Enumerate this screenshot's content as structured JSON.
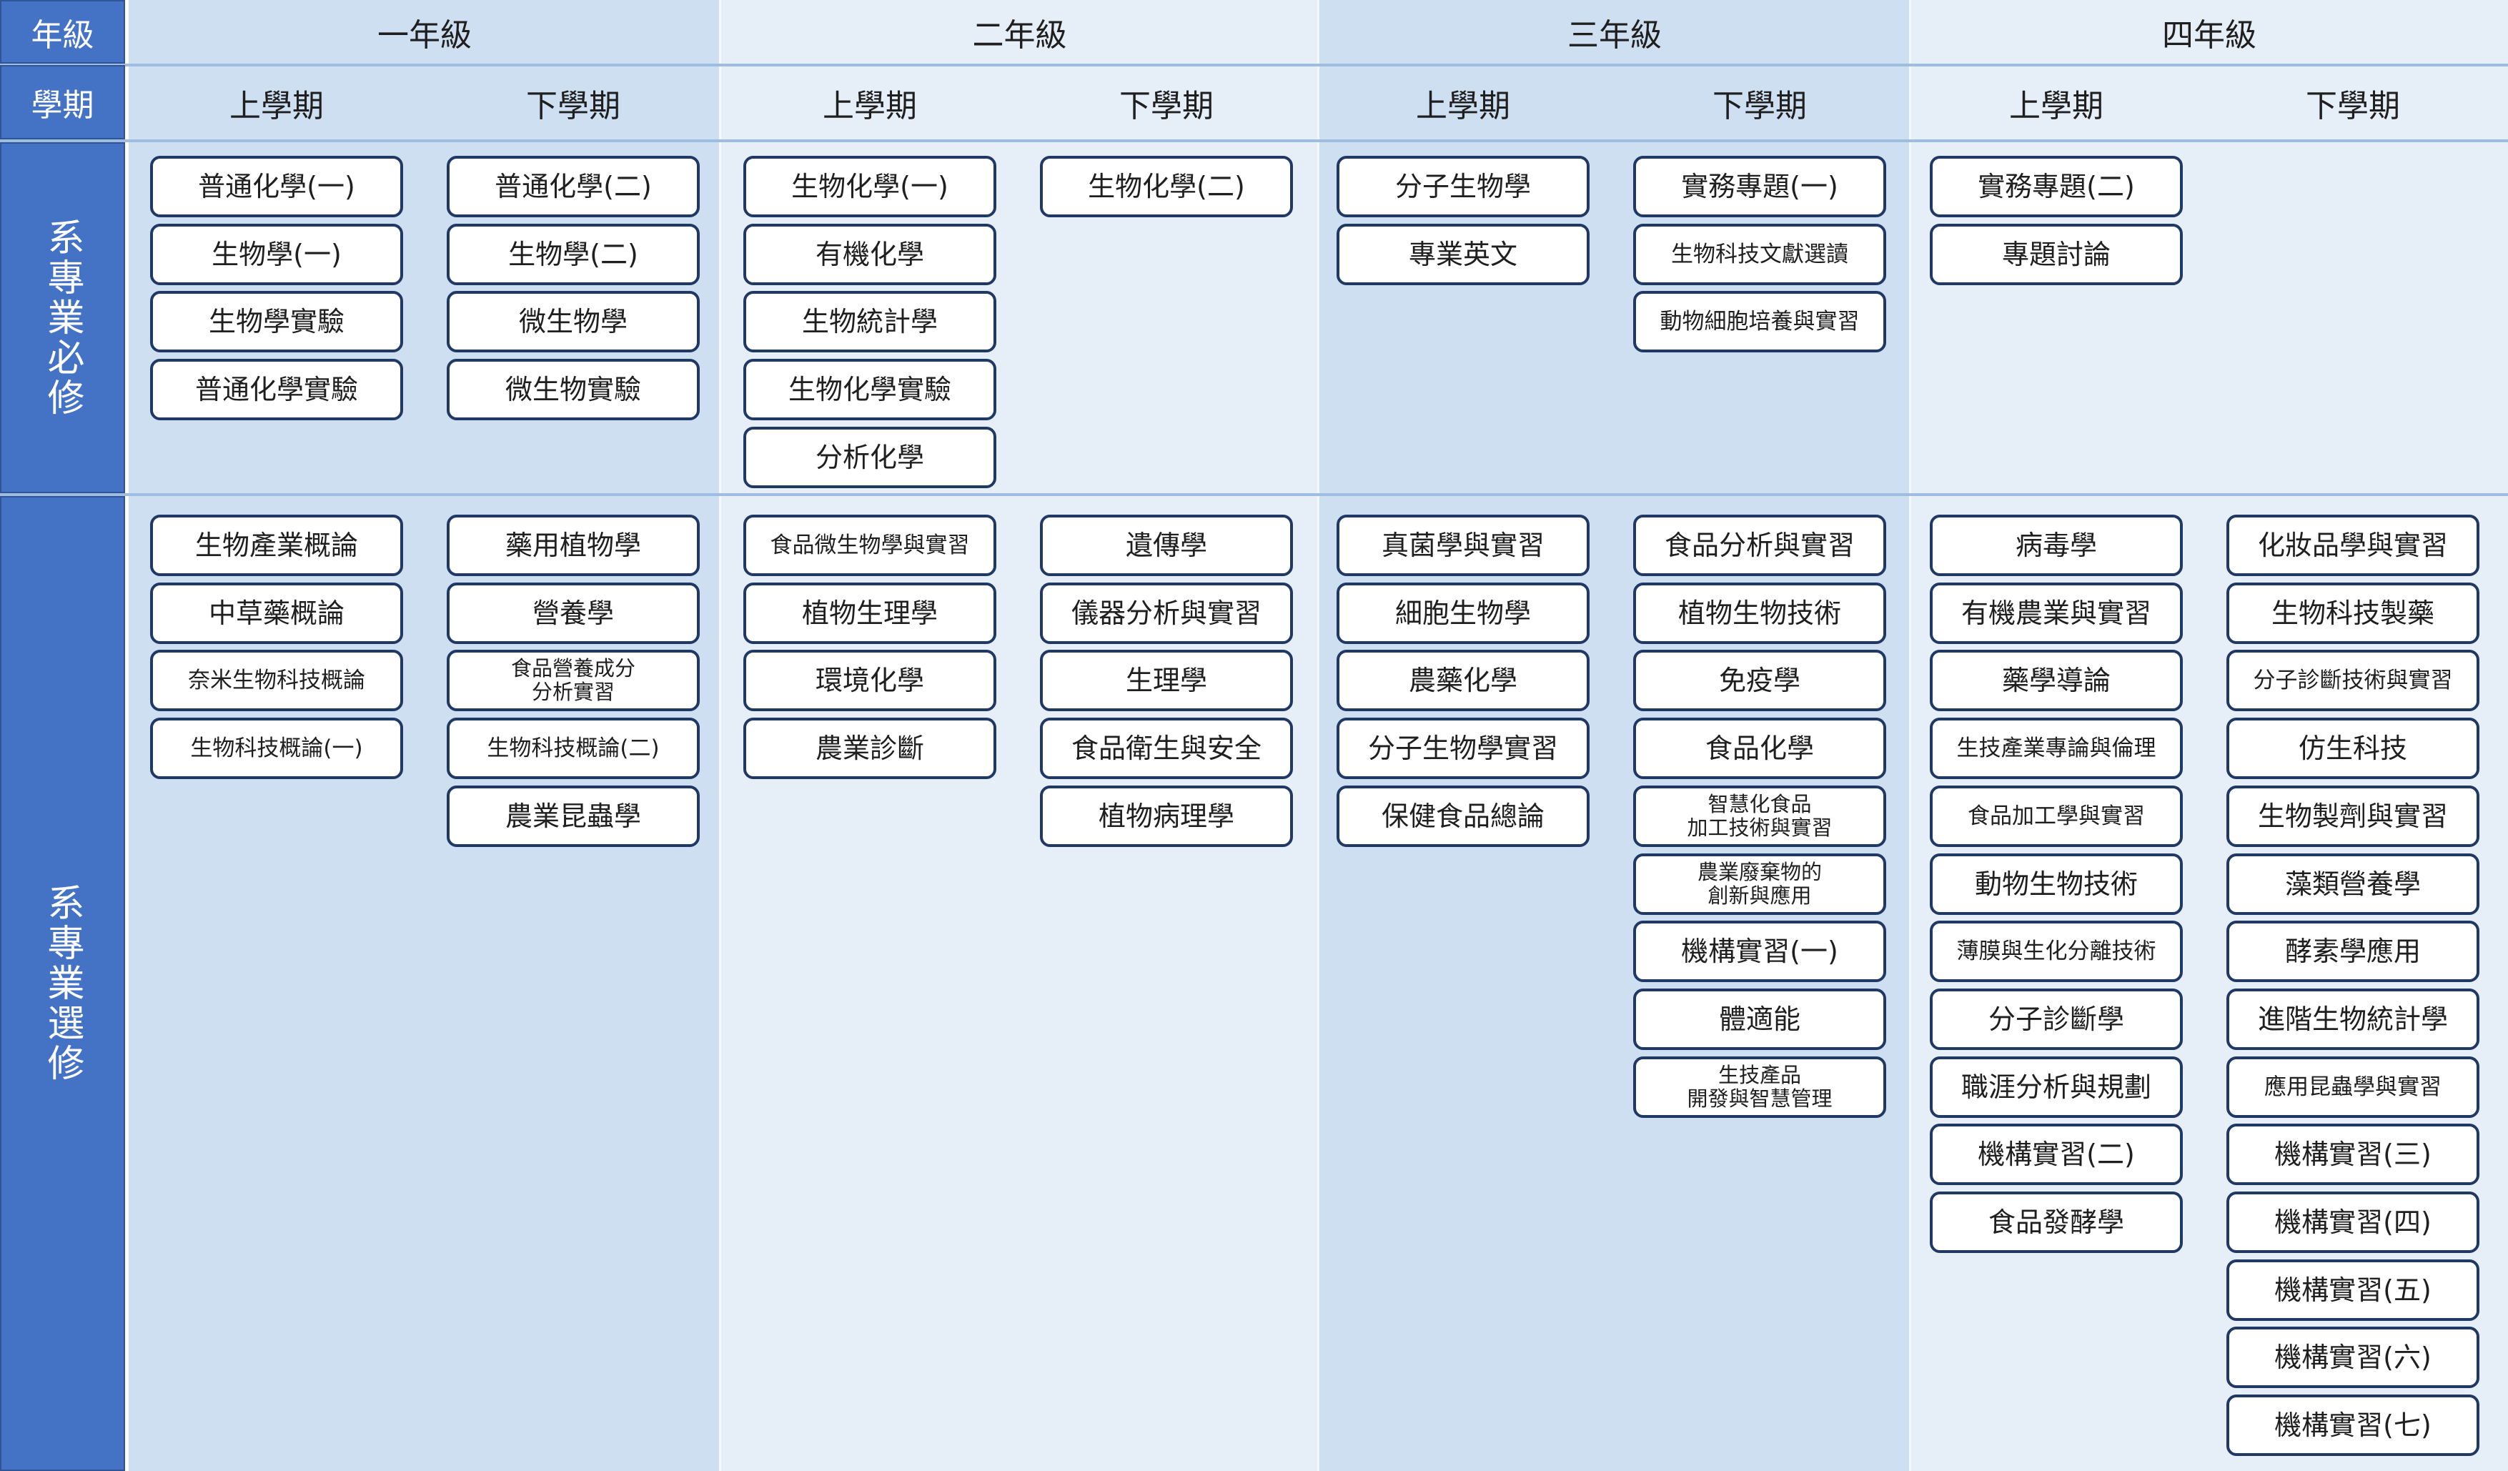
{
  "header": {
    "grade_label": "年級",
    "semester_label": "學期",
    "years": [
      "一年級",
      "二年級",
      "三年級",
      "四年級"
    ],
    "semesters": [
      "上學期",
      "下學期",
      "上學期",
      "下學期",
      "上學期",
      "下學期",
      "上學期",
      "下學期"
    ]
  },
  "sections": {
    "required": "系專業必修",
    "elective": "系專業選修"
  },
  "required": [
    [
      "普通化學(一)",
      "生物學(一)",
      "生物學實驗",
      "普通化學實驗"
    ],
    [
      "普通化學(二)",
      "生物學(二)",
      "微生物學",
      "微生物實驗"
    ],
    [
      "生物化學(一)",
      "有機化學",
      "生物統計學",
      "生物化學實驗",
      "分析化學"
    ],
    [
      "生物化學(二)"
    ],
    [
      "分子生物學",
      "專業英文"
    ],
    [
      "實務專題(一)",
      "生物科技文獻選讀",
      "動物細胞培養與實習"
    ],
    [
      "實務專題(二)",
      "專題討論"
    ],
    []
  ],
  "elective": [
    [
      "生物產業概論",
      "中草藥概論",
      "奈米生物科技概論",
      "生物科技概論(一)"
    ],
    [
      "藥用植物學",
      "營養學",
      "食品營養成分\n分析實習",
      "生物科技概論(二)",
      "農業昆蟲學"
    ],
    [
      "食品微生物學與實習",
      "植物生理學",
      "環境化學",
      "農業診斷"
    ],
    [
      "遺傳學",
      "儀器分析與實習",
      "生理學",
      "食品衛生與安全",
      "植物病理學"
    ],
    [
      "真菌學與實習",
      "細胞生物學",
      "農藥化學",
      "分子生物學實習",
      "保健食品總論"
    ],
    [
      "食品分析與實習",
      "植物生物技術",
      "免疫學",
      "食品化學",
      "智慧化食品\n加工技術與實習",
      "農業廢棄物的\n創新與應用",
      "機構實習(一)",
      "體適能",
      "生技產品\n開發與智慧管理"
    ],
    [
      "病毒學",
      "有機農業與實習",
      "藥學導論",
      "生技產業專論與倫理",
      "食品加工學與實習",
      "動物生物技術",
      "薄膜與生化分離技術",
      "分子診斷學",
      "職涯分析與規劃",
      "機構實習(二)",
      "食品發酵學"
    ],
    [
      "化妝品學與實習",
      "生物科技製藥",
      "分子診斷技術與實習",
      "仿生科技",
      "生物製劑與實習",
      "藻類營養學",
      "酵素學應用",
      "進階生物統計學",
      "應用昆蟲學與實習",
      "機構實習(三)",
      "機構實習(四)",
      "機構實習(五)",
      "機構實習(六)",
      "機構實習(七)"
    ]
  ],
  "colors": {
    "side_header": "#4472c4",
    "year_band_dark": "#cfdff2",
    "year_band_light": "#e6eef8",
    "box_border": "#1f3864",
    "rule": "#9fbde0"
  }
}
